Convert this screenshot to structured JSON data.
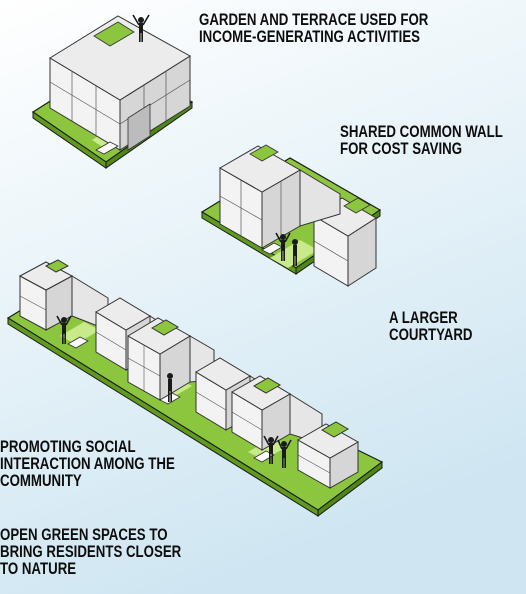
{
  "captions": {
    "garden_terrace": [
      "GARDEN AND TERRACE USED FOR",
      "INCOME-GENERATING ACTIVITIES"
    ],
    "shared_wall": [
      "SHARED COMMON WALL",
      "FOR COST SAVING"
    ],
    "larger_courtyard": [
      "A LARGER",
      "COURTYARD"
    ],
    "social_interaction": [
      "PROMOTING SOCIAL",
      "INTERACTION AMONG THE",
      "COMMUNITY"
    ],
    "green_spaces": [
      "OPEN GREEN SPACES TO",
      "BRING RESIDENTS CLOSER",
      "TO NATURE"
    ]
  },
  "colors": {
    "background_top": "#ffffff",
    "background_bottom": "#cfe6f2",
    "lawn": "#8cc63f",
    "lawn_dark": "#5f9a1e",
    "path": "#c8ea8a",
    "wall_light": "#f3f3f3",
    "wall_mid": "#dcdcdc",
    "wall_dark": "#c4c4c4",
    "outline": "#333333",
    "text": "#0d0d0d"
  },
  "icons": [
    "person-silhouette-icon",
    "bench-icon"
  ]
}
